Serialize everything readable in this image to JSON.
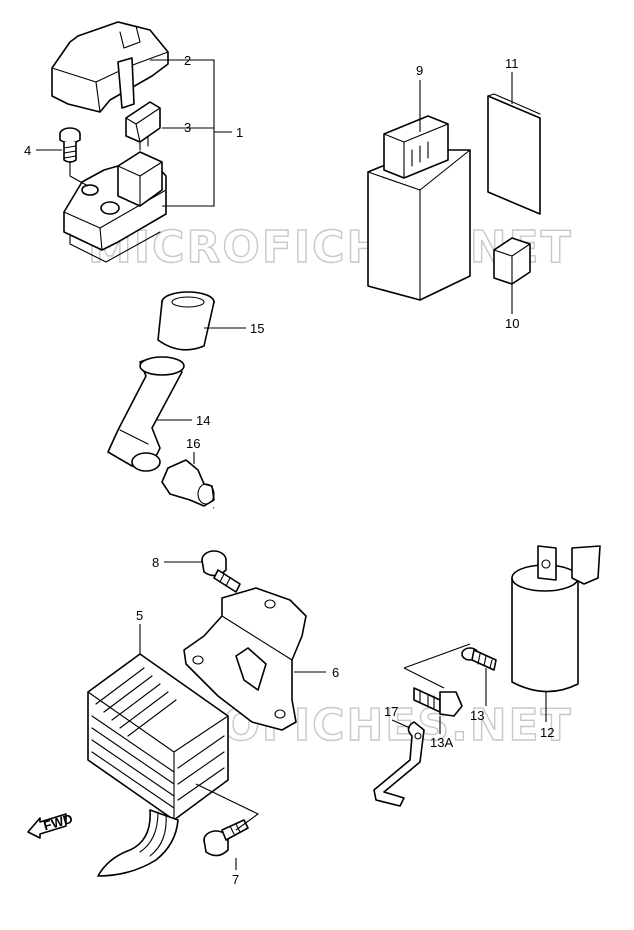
{
  "watermark": "MICROFICHES.NET",
  "fwd_label": "FWD",
  "callouts": {
    "p1": "1",
    "p2": "2",
    "p3": "3",
    "p4": "4",
    "p5": "5",
    "p6": "6",
    "p7": "7",
    "p8": "8",
    "p9": "9",
    "p10": "10",
    "p11": "11",
    "p12": "12",
    "p13": "13",
    "p13a": "13A",
    "p14": "14",
    "p15": "15",
    "p16": "16",
    "p17": "17"
  },
  "colors": {
    "line": "#000000",
    "watermark": "#c8c8c8",
    "background": "#ffffff"
  }
}
